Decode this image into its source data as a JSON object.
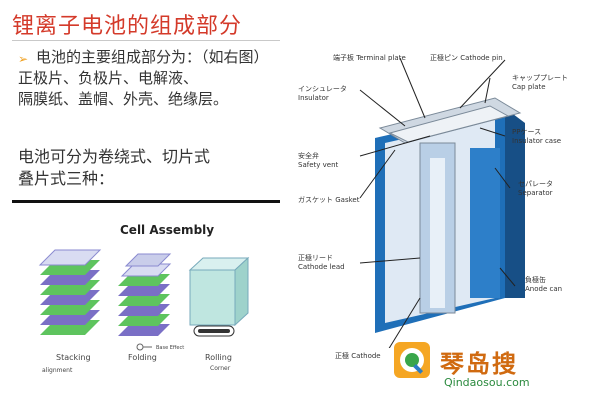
{
  "title": "锂离子电池的组成部分",
  "bullet_lines": [
    "电池的主要组成部分为：（如右图）",
    "正极片、负极片、电解液、",
    "隔膜纸、盖帽、外壳、绝缘层。"
  ],
  "types_lines": [
    "电池可分为卷绕式、切片式",
    "叠片式三种："
  ],
  "assembly": {
    "title": "Cell Assembly",
    "labels": [
      "Stacking",
      "Folding",
      "Rolling"
    ],
    "small_labels": [
      "alignment",
      "Base Effect",
      "Corner"
    ]
  },
  "diagram_labels": {
    "terminal_plate": [
      "端子板 Terminal plate"
    ],
    "cathode_pin": [
      "正極ピン Cathode pin"
    ],
    "insulator": [
      "インシュレータ",
      "Insulator"
    ],
    "cap_plate": [
      "キャッププレート",
      "Cap plate"
    ],
    "insulator_case": [
      "PPケース",
      "Insulator case"
    ],
    "safety_vent": [
      "安全弁",
      "Safety vent"
    ],
    "gasket": [
      "ガスケット Gasket"
    ],
    "separator": [
      "セパレータ",
      "Separator"
    ],
    "cathode_lead": [
      "正極リード",
      "Cathode lead"
    ],
    "anode_can": [
      "負極缶",
      "Anode can"
    ],
    "cathode": [
      "正極 Cathode"
    ]
  },
  "watermark": {
    "name": "琴岛搜",
    "url": "Qindaosou.com"
  }
}
